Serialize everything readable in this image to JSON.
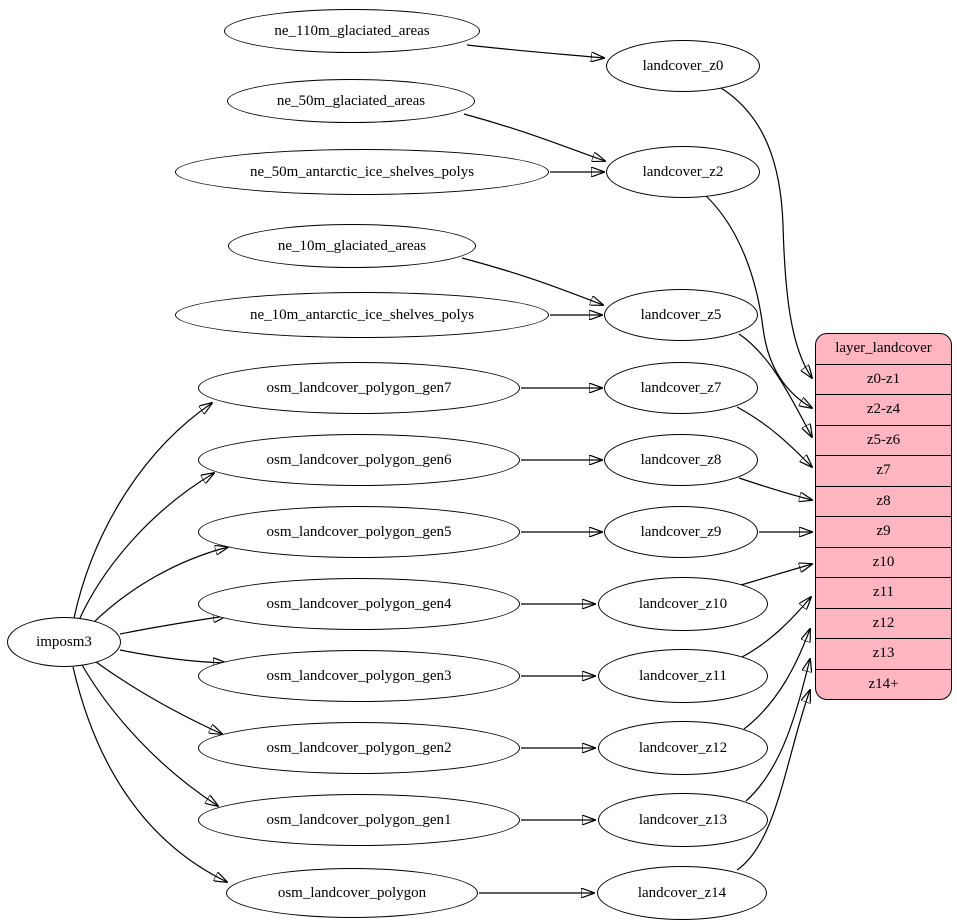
{
  "diagram": {
    "background_color": "#ffffff",
    "node_fill": "#ffffff",
    "node_stroke": "#000000",
    "edge_color": "#000000",
    "table_fill": "#ffb6c1"
  },
  "nodes": {
    "imposm3": "imposm3",
    "ne_110m_glaciated_areas": "ne_110m_glaciated_areas",
    "ne_50m_glaciated_areas": "ne_50m_glaciated_areas",
    "ne_50m_antarctic_ice_shelves_polys": "ne_50m_antarctic_ice_shelves_polys",
    "ne_10m_glaciated_areas": "ne_10m_glaciated_areas",
    "ne_10m_antarctic_ice_shelves_polys": "ne_10m_antarctic_ice_shelves_polys",
    "osm_landcover_polygon_gen7": "osm_landcover_polygon_gen7",
    "osm_landcover_polygon_gen6": "osm_landcover_polygon_gen6",
    "osm_landcover_polygon_gen5": "osm_landcover_polygon_gen5",
    "osm_landcover_polygon_gen4": "osm_landcover_polygon_gen4",
    "osm_landcover_polygon_gen3": "osm_landcover_polygon_gen3",
    "osm_landcover_polygon_gen2": "osm_landcover_polygon_gen2",
    "osm_landcover_polygon_gen1": "osm_landcover_polygon_gen1",
    "osm_landcover_polygon": "osm_landcover_polygon",
    "landcover_z0": "landcover_z0",
    "landcover_z2": "landcover_z2",
    "landcover_z5": "landcover_z5",
    "landcover_z7": "landcover_z7",
    "landcover_z8": "landcover_z8",
    "landcover_z9": "landcover_z9",
    "landcover_z10": "landcover_z10",
    "landcover_z11": "landcover_z11",
    "landcover_z12": "landcover_z12",
    "landcover_z13": "landcover_z13",
    "landcover_z14": "landcover_z14"
  },
  "table": {
    "title": "layer_landcover",
    "rows": [
      "z0-z1",
      "z2-z4",
      "z5-z6",
      "z7",
      "z8",
      "z9",
      "z10",
      "z11",
      "z12",
      "z13",
      "z14+"
    ]
  },
  "edges": [
    [
      "imposm3",
      "osm_landcover_polygon_gen7"
    ],
    [
      "imposm3",
      "osm_landcover_polygon_gen6"
    ],
    [
      "imposm3",
      "osm_landcover_polygon_gen5"
    ],
    [
      "imposm3",
      "osm_landcover_polygon_gen4"
    ],
    [
      "imposm3",
      "osm_landcover_polygon_gen3"
    ],
    [
      "imposm3",
      "osm_landcover_polygon_gen2"
    ],
    [
      "imposm3",
      "osm_landcover_polygon_gen1"
    ],
    [
      "imposm3",
      "osm_landcover_polygon"
    ],
    [
      "ne_110m_glaciated_areas",
      "landcover_z0"
    ],
    [
      "ne_50m_glaciated_areas",
      "landcover_z2"
    ],
    [
      "ne_50m_antarctic_ice_shelves_polys",
      "landcover_z2"
    ],
    [
      "ne_10m_glaciated_areas",
      "landcover_z5"
    ],
    [
      "ne_10m_antarctic_ice_shelves_polys",
      "landcover_z5"
    ],
    [
      "osm_landcover_polygon_gen7",
      "landcover_z7"
    ],
    [
      "osm_landcover_polygon_gen6",
      "landcover_z8"
    ],
    [
      "osm_landcover_polygon_gen5",
      "landcover_z9"
    ],
    [
      "osm_landcover_polygon_gen4",
      "landcover_z10"
    ],
    [
      "osm_landcover_polygon_gen3",
      "landcover_z11"
    ],
    [
      "osm_landcover_polygon_gen2",
      "landcover_z12"
    ],
    [
      "osm_landcover_polygon_gen1",
      "landcover_z13"
    ],
    [
      "osm_landcover_polygon",
      "landcover_z14"
    ],
    [
      "landcover_z0",
      "layer_landcover.z0-z1"
    ],
    [
      "landcover_z2",
      "layer_landcover.z2-z4"
    ],
    [
      "landcover_z5",
      "layer_landcover.z5-z6"
    ],
    [
      "landcover_z7",
      "layer_landcover.z7"
    ],
    [
      "landcover_z8",
      "layer_landcover.z8"
    ],
    [
      "landcover_z9",
      "layer_landcover.z9"
    ],
    [
      "landcover_z10",
      "layer_landcover.z10"
    ],
    [
      "landcover_z11",
      "layer_landcover.z11"
    ],
    [
      "landcover_z12",
      "layer_landcover.z12"
    ],
    [
      "landcover_z13",
      "layer_landcover.z13"
    ],
    [
      "landcover_z14",
      "layer_landcover.z14+"
    ]
  ]
}
